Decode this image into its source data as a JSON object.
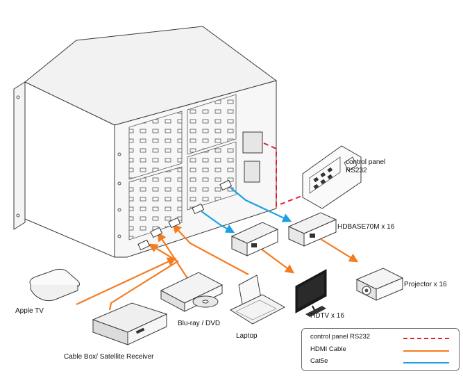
{
  "labels": {
    "apple_tv": "Apple TV",
    "cable_box": "Cable Box/ Satellite Receiver",
    "bluray": "Blu-ray / DVD",
    "laptop": "Laptop",
    "hdtv": "HDTV x 16",
    "projector": "Projector x 16",
    "hdbase": "HDBASE70M x 16",
    "control_panel_line1": "control panel",
    "control_panel_line2": "RS232"
  },
  "legend": {
    "items": [
      {
        "label": "control panel RS232",
        "color": "#e8202a",
        "style": "dashed"
      },
      {
        "label": "HDMI Cable",
        "color": "#f47b20",
        "style": "solid"
      },
      {
        "label": "Cat5e",
        "color": "#1ba1e2",
        "style": "solid"
      }
    ]
  },
  "colors": {
    "rs232": "#e8202a",
    "hdmi": "#f47b20",
    "cat5e": "#1ba1e2",
    "outline": "#3a3a3a"
  }
}
